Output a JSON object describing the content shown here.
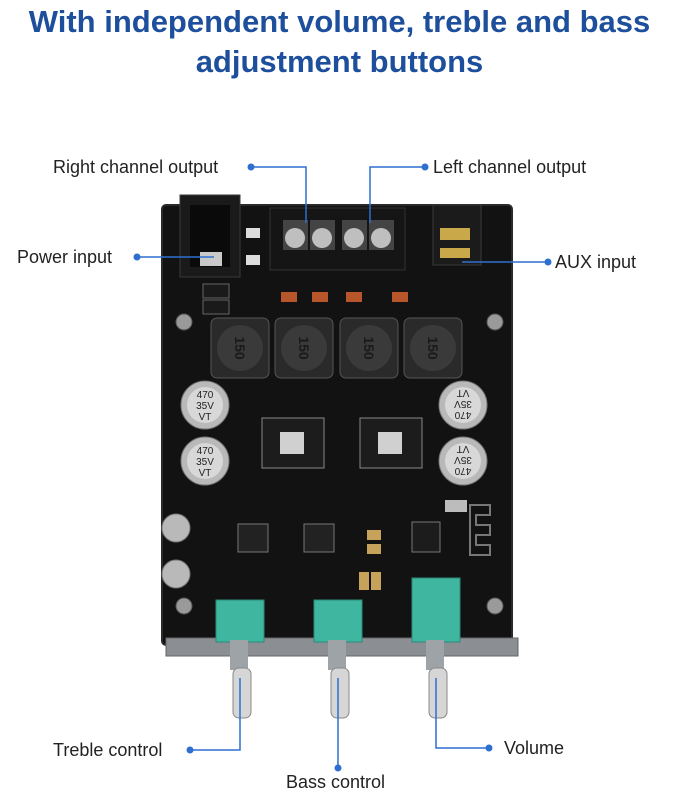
{
  "heading": {
    "line1": "With independent volume, treble and bass",
    "line2": "adjustment buttons"
  },
  "callouts": {
    "right_channel_output": "Right channel output",
    "left_channel_output": "Left channel output",
    "power_input": "Power input",
    "aux_input": "AUX input",
    "treble_control": "Treble control",
    "bass_control": "Bass control",
    "volume": "Volume"
  },
  "inductor_marking": "150",
  "capacitor_marking": [
    "470",
    "35V",
    "VT"
  ],
  "colors": {
    "heading": "#1d4f9c",
    "callout_line": "#2e6fd0",
    "pcb": "#111111",
    "potentiometer": "#3fb7a0"
  }
}
